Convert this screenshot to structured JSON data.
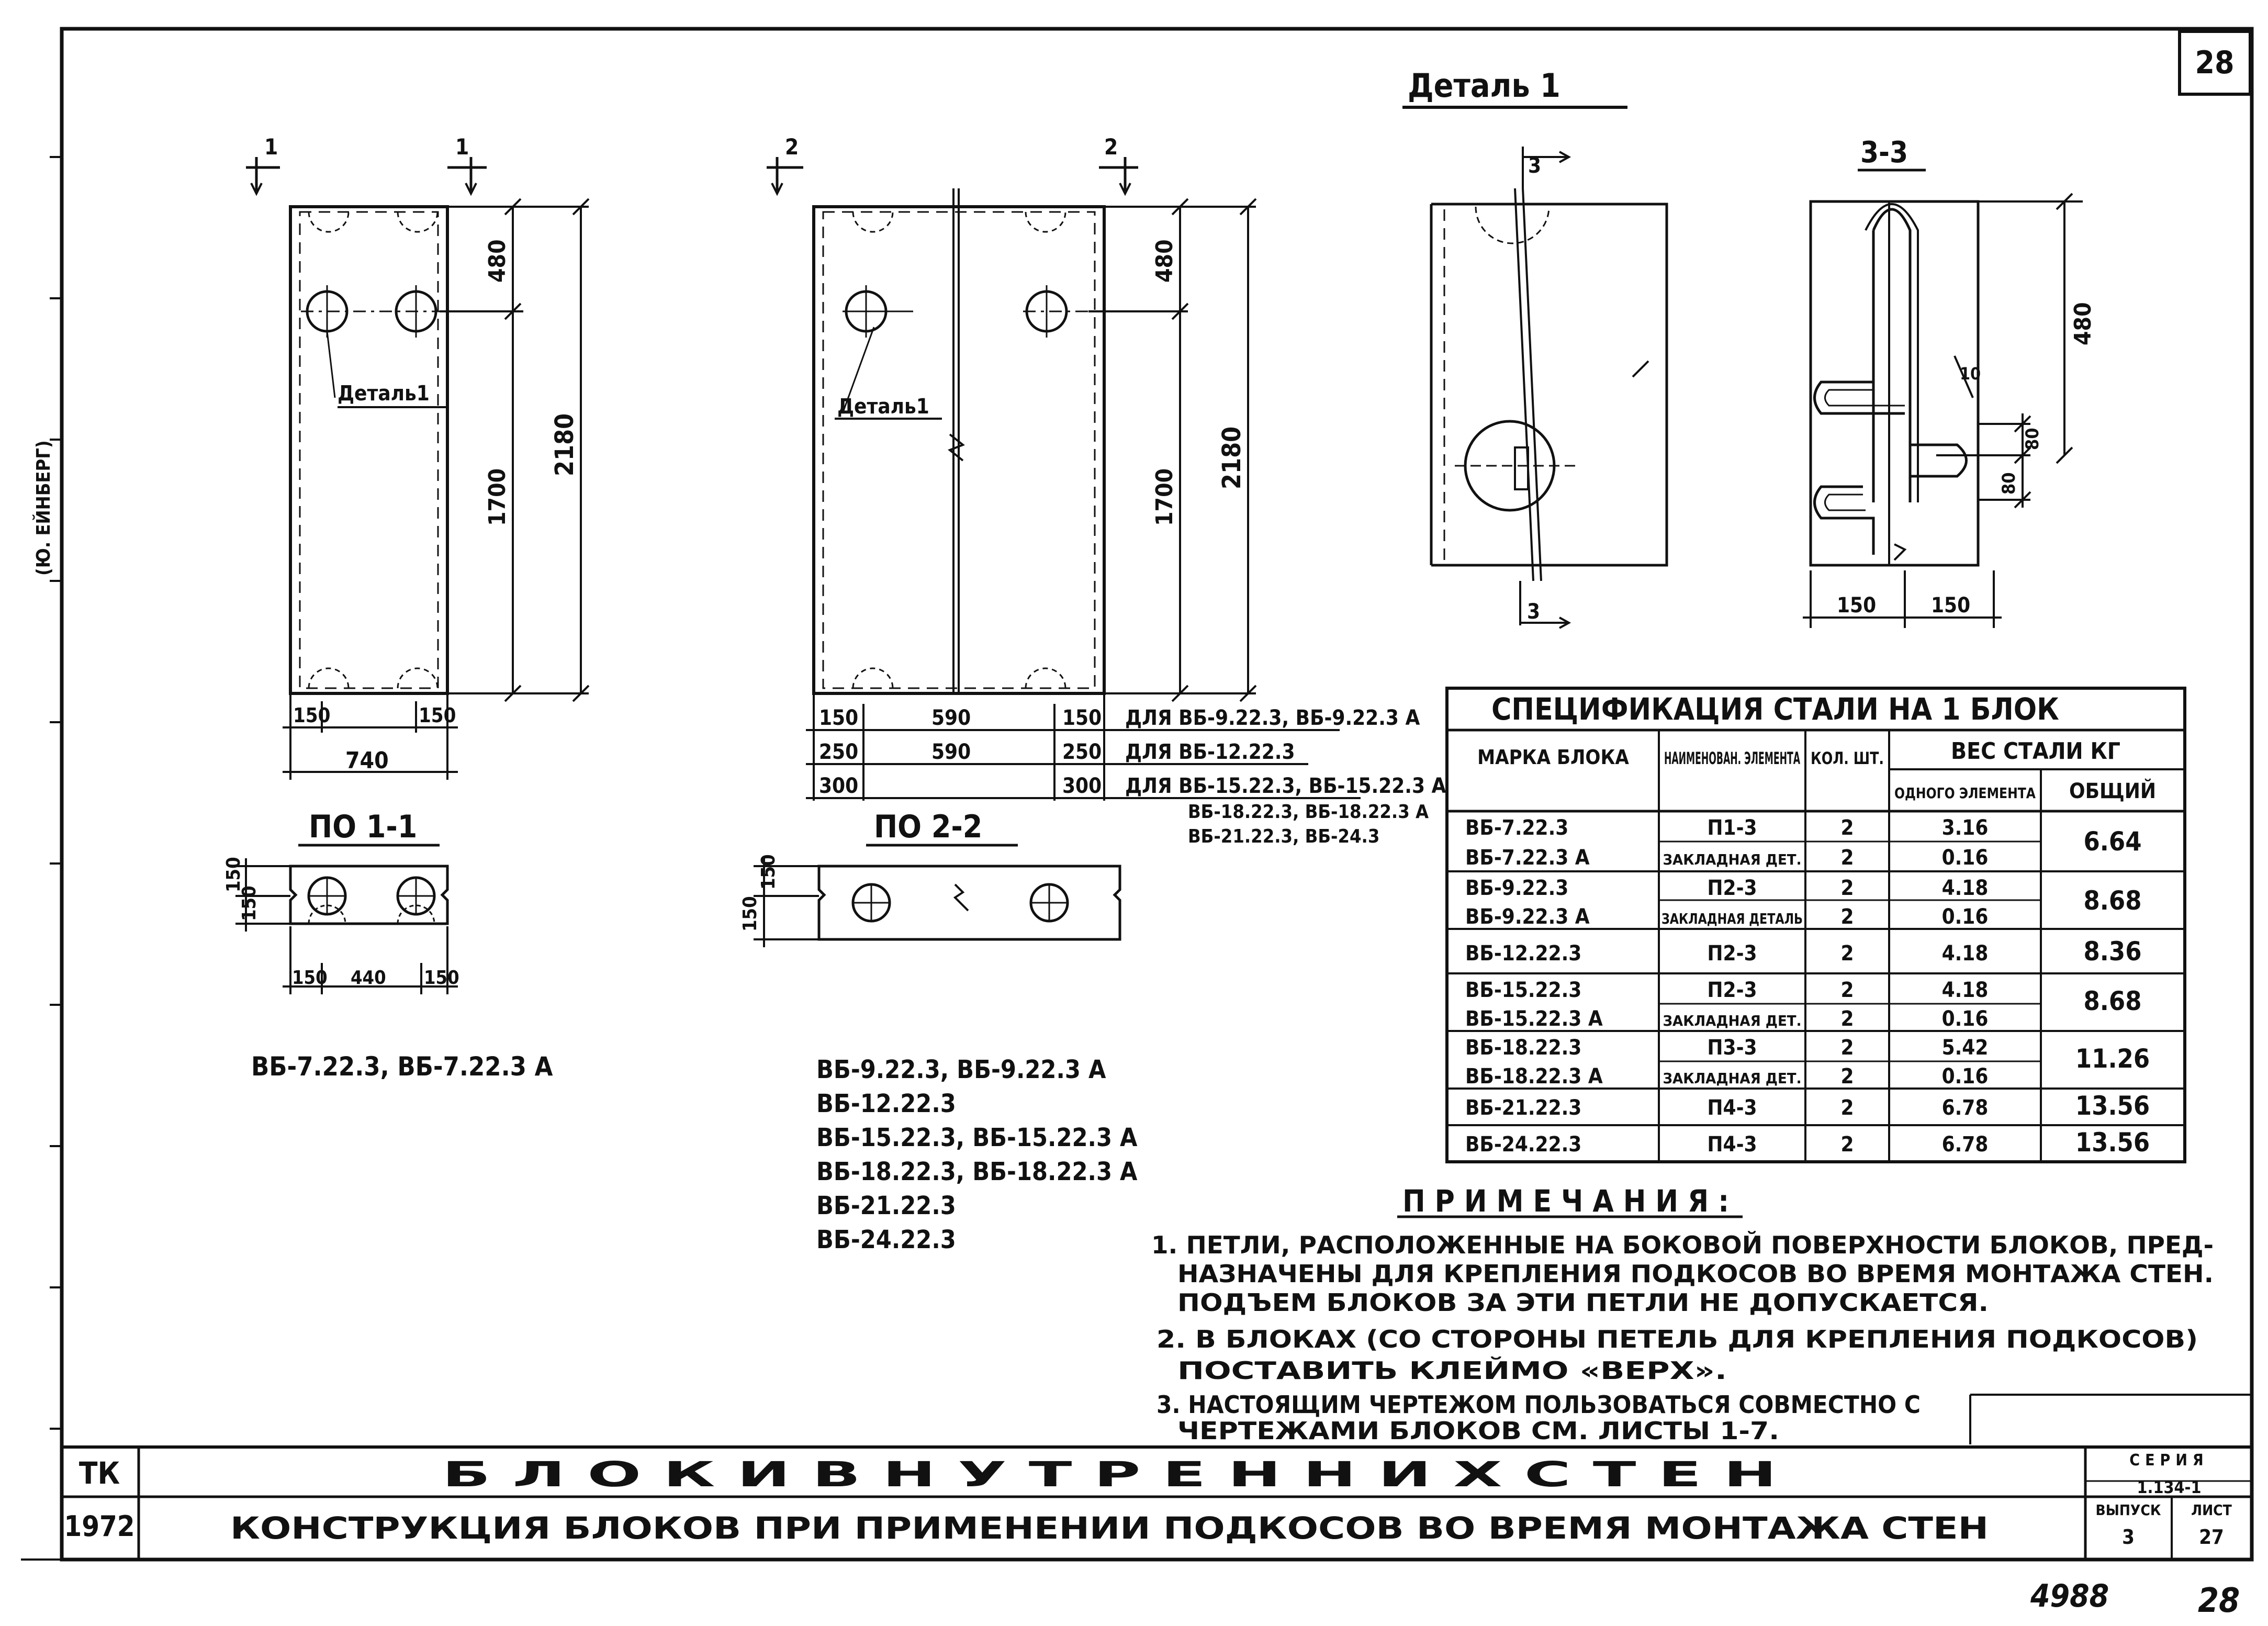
{
  "sheet": {
    "page_number": "28",
    "detail_title": "Деталь 1",
    "section_3_label": "3-3",
    "cut_mark_3": "3"
  },
  "block_a": {
    "cut_mark": "1",
    "detail_label": "Деталь1",
    "dims": {
      "top": "480",
      "middle": "1700",
      "total": "2180",
      "left_edge": "150",
      "right_edge": "150",
      "width": "740"
    },
    "section_title": "ПО 1-1",
    "section_dims": {
      "h1": "150",
      "h2": "150",
      "w1": "150",
      "w2": "440",
      "w3": "150"
    },
    "caption": "ВБ-7.22.3, ВБ-7.22.3 А"
  },
  "block_b": {
    "cut_mark": "2",
    "detail_label": "Деталь1",
    "dims": {
      "top": "480",
      "middle": "1700",
      "total": "2180"
    },
    "width_rows": [
      {
        "left": "150",
        "middle": "590",
        "right": "150",
        "note": "ДЛЯ ВБ-9.22.3, ВБ-9.22.3 А"
      },
      {
        "left": "250",
        "middle": "590",
        "right": "250",
        "note": "ДЛЯ ВБ-12.22.3"
      },
      {
        "left": "300",
        "middle": "",
        "right": "300",
        "note": "ДЛЯ ВБ-15.22.3, ВБ-15.22.3 А"
      }
    ],
    "width_note_extra": [
      "ВБ-18.22.3, ВБ-18.22.3 А",
      "ВБ-21.22.3, ВБ-24.3"
    ],
    "section_title": "ПО 2-2",
    "section_dims": {
      "h1": "150",
      "h2": "150"
    },
    "captions": [
      "ВБ-9.22.3,  ВБ-9.22.3 А",
      "ВБ-12.22.3",
      "ВБ-15.22.3,  ВБ-15.22.3 А",
      "ВБ-18.22.3,  ВБ-18.22.3 А",
      "ВБ-21.22.3",
      "ВБ-24.22.3"
    ]
  },
  "detail_section": {
    "height": "480",
    "d1": "10",
    "d2": "80",
    "d3": "80",
    "w1": "150",
    "w2": "150"
  },
  "spec_table": {
    "title": "СПЕЦИФИКАЦИЯ  СТАЛИ  НА  1 БЛОК",
    "headers": {
      "mark": "МАРКА БЛОКА",
      "element": "НАИМЕНОВАН. ЭЛЕМЕНТА",
      "qty": "КОЛ. ШТ.",
      "weight": "ВЕС  СТАЛИ КГ",
      "one": "ОДНОГО ЭЛЕМЕНТА",
      "total": "ОБЩИЙ"
    },
    "groups": [
      {
        "rows": [
          {
            "mark": "ВБ-7.22.3",
            "element": "П1-3",
            "qty": "2",
            "one": "3.16"
          },
          {
            "mark": "ВБ-7.22.3 А",
            "element": "ЗАКЛАДНАЯ ДЕТ.",
            "qty": "2",
            "one": "0.16"
          }
        ],
        "total": "6.64"
      },
      {
        "rows": [
          {
            "mark": "ВБ-9.22.3",
            "element": "П2-3",
            "qty": "2",
            "one": "4.18"
          },
          {
            "mark": "ВБ-9.22.3 А",
            "element": "ЗАКЛАДНАЯ ДЕТАЛЬ",
            "qty": "2",
            "one": "0.16"
          }
        ],
        "total": "8.68"
      },
      {
        "rows": [
          {
            "mark": "ВБ-12.22.3",
            "element": "П2-3",
            "qty": "2",
            "one": "4.18"
          }
        ],
        "total": "8.36"
      },
      {
        "rows": [
          {
            "mark": "ВБ-15.22.3",
            "element": "П2-3",
            "qty": "2",
            "one": "4.18"
          },
          {
            "mark": "ВБ-15.22.3 А",
            "element": "ЗАКЛАДНАЯ ДЕТ.",
            "qty": "2",
            "one": "0.16"
          }
        ],
        "total": "8.68"
      },
      {
        "rows": [
          {
            "mark": "ВБ-18.22.3",
            "element": "П3-3",
            "qty": "2",
            "one": "5.42"
          },
          {
            "mark": "ВБ-18.22.3 А",
            "element": "ЗАКЛАДНАЯ ДЕТ.",
            "qty": "2",
            "one": "0.16"
          }
        ],
        "total": "11.26"
      },
      {
        "rows": [
          {
            "mark": "ВБ-21.22.3",
            "element": "П4-3",
            "qty": "2",
            "one": "6.78"
          }
        ],
        "total": "13.56"
      },
      {
        "rows": [
          {
            "mark": "ВБ-24.22.3",
            "element": "П4-3",
            "qty": "2",
            "one": "6.78"
          }
        ],
        "total": "13.56"
      }
    ]
  },
  "notes": {
    "title": "ПРИМЕЧАНИЯ:",
    "lines": [
      "1. ПЕТЛИ, РАСПОЛОЖЕННЫЕ НА БОКОВОЙ ПОВЕРХНОСТИ БЛОКОВ, ПРЕД-",
      "НАЗНАЧЕНЫ ДЛЯ КРЕПЛЕНИЯ ПОДКОСОВ ВО ВРЕМЯ МОНТАЖА СТЕН.",
      "ПОДЪЕМ БЛОКОВ ЗА ЭТИ ПЕТЛИ НЕ ДОПУСКАЕТСЯ.",
      "2. В БЛОКАХ (СО СТОРОНЫ ПЕТЕЛЬ ДЛЯ КРЕПЛЕНИЯ ПОДКОСОВ)",
      "ПОСТАВИТЬ КЛЕЙМО «ВЕРХ».",
      "3. НАСТОЯЩИМ ЧЕРТЕЖОМ ПОЛЬЗОВАТЬСЯ СОВМЕСТНО С",
      "ЧЕРТЕЖАМИ БЛОКОВ СМ. ЛИСТЫ 1-7."
    ]
  },
  "title_block": {
    "org": "ТК",
    "year": "1972",
    "title_line1": "Б Л О К И     В Н У Т Р Е Н Н И Х     С Т Е Н",
    "title_line2": "КОНСТРУКЦИЯ   БЛОКОВ   ПРИ ПРИМЕНЕНИИ ПОДКОСОВ ВО ВРЕМЯ МОНТАЖА СТЕН",
    "series_label": "СЕРИЯ",
    "series_value": "1.134-1",
    "issue_label": "ВЫПУСК",
    "issue_value": "3",
    "sheet_label": "ЛИСТ",
    "sheet_value": "27"
  },
  "margin_text": "(Ю. ЕЙНБЕРГ)",
  "footer": {
    "inventory": "4988",
    "page": "28"
  }
}
